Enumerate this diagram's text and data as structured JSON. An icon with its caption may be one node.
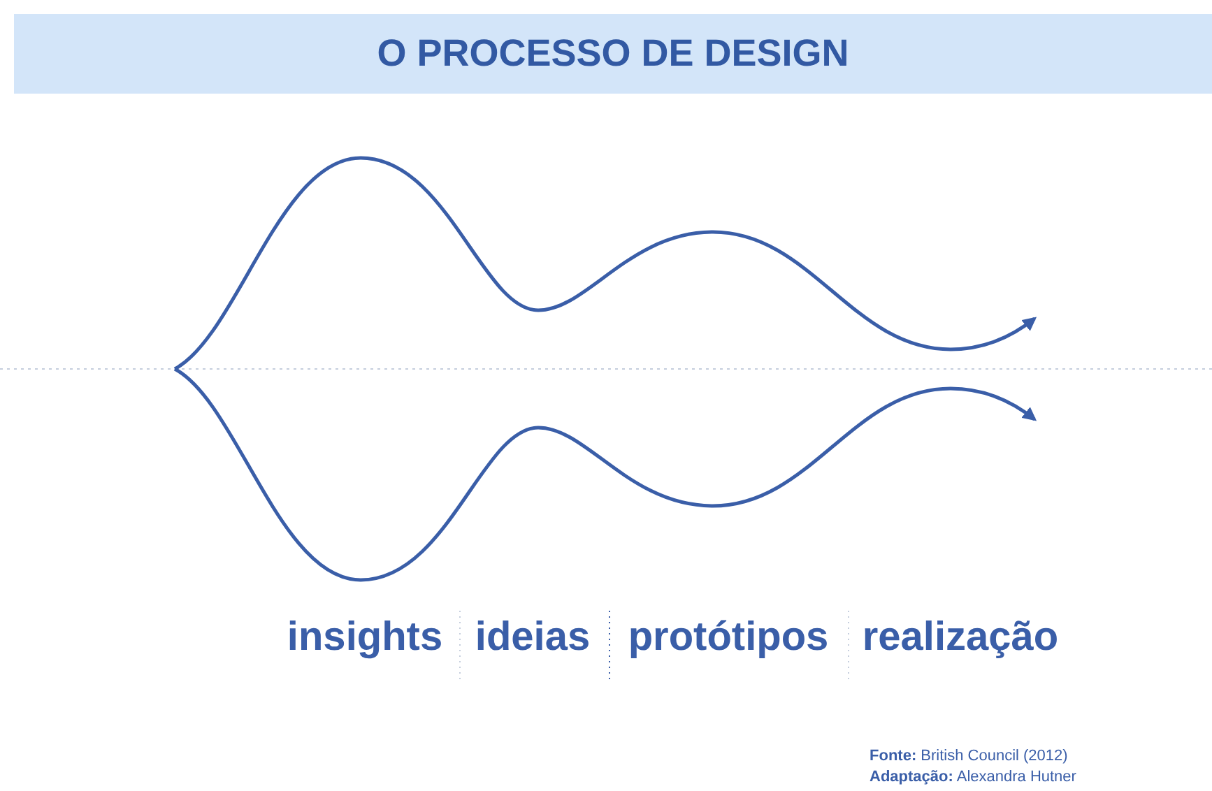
{
  "diagram": {
    "title": "O PROCESSO DE DESIGN",
    "labels": [
      "insights",
      "ideias",
      "protótipos",
      "realização",
      "**Fonte:** British Council (2012)",
      "**Adaptação:** Alexandra Hutner"
    ]
  }
}
